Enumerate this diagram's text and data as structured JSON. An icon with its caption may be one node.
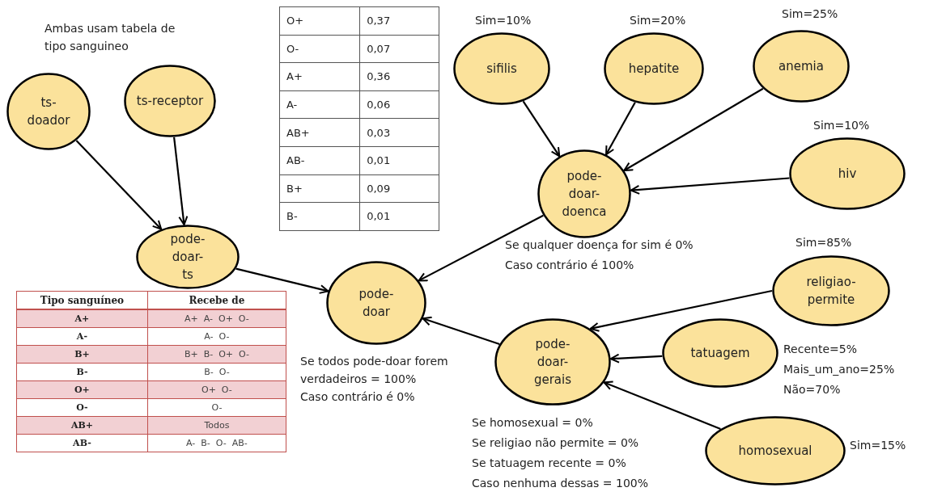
{
  "diagram": {
    "nodes": [
      {
        "text": [
          "ts-doador"
        ]
      },
      {
        "text": [
          "ts-receptor"
        ]
      },
      {
        "text": [
          "pode-doar-ts"
        ]
      },
      {
        "text": [
          "pode-doar"
        ],
        "beside": [
          "Se todos pode-doar forem verdadeiros = 100%",
          "Caso contrário é 0%"
        ]
      },
      {
        "text": [
          "sifilis"
        ],
        "beside": [
          "Sim=10%"
        ]
      },
      {
        "text": [
          "hepatite"
        ],
        "beside": [
          "Sim=20%"
        ]
      },
      {
        "text": [
          "anemia"
        ],
        "beside": [
          "Sim=25%"
        ]
      },
      {
        "text": [
          "pode-doar-doenca"
        ],
        "beside": [
          "Se qualquer doença for sim é 0%",
          "Caso contrário é 100%"
        ]
      },
      {
        "text": [
          "hiv"
        ],
        "beside": [
          "Sim=10%"
        ]
      },
      {
        "text": [
          "religiao-permite"
        ],
        "beside": [
          "Sim=85%"
        ]
      },
      {
        "text": [
          "pode-doar-gerais"
        ],
        "beside": [
          "Se homosexual = 0%",
          "Se religiao não permite = 0%",
          "Se tatuagem recente = 0%",
          "Caso nenhuma dessas = 100%"
        ]
      },
      {
        "text": [
          "tatuagem"
        ],
        "beside": [
          "Recente=5%",
          "Mais_um_ano=25%",
          "Não=70%"
        ]
      },
      {
        "text": [
          "homosexual"
        ],
        "beside": [
          "Sim=15%"
        ]
      }
    ],
    "edges": [
      {
        "from": 0,
        "to": 2,
        "arrow": "to"
      },
      {
        "from": 1,
        "to": 2,
        "arrow": "to"
      },
      {
        "from": 2,
        "to": 3,
        "arrow": "to"
      },
      {
        "from": 7,
        "to": 3,
        "arrow": "to"
      },
      {
        "from": 10,
        "to": 3,
        "arrow": "to"
      },
      {
        "from": 4,
        "to": 7,
        "arrow": "to"
      },
      {
        "from": 5,
        "to": 7,
        "arrow": "to"
      },
      {
        "from": 6,
        "to": 7,
        "arrow": "to"
      },
      {
        "from": 8,
        "to": 7,
        "arrow": "to"
      },
      {
        "from": 9,
        "to": 10,
        "arrow": "to"
      },
      {
        "from": 11,
        "to": 10,
        "arrow": "to"
      },
      {
        "from": 12,
        "to": 10,
        "arrow": "to"
      }
    ],
    "labels": [
      "Ambas usam tabela de tipo sanguineo",
      "O+",
      "0,37",
      "O-",
      "0,07",
      "A+",
      "0,36",
      "A-",
      "0,06",
      "AB+",
      "0,03",
      "AB-",
      "0,01",
      "B+",
      "0,09",
      "B-",
      "0,01",
      "Tipo sanguíneo",
      "Recebe de",
      "A+",
      "A+  A-  O+  O-",
      "A-",
      "A-  O-",
      "B+",
      "B+  B-  O+  O-",
      "B-",
      "B-  O-",
      "O+",
      "O+  O-",
      "O-",
      "O-",
      "AB+",
      "Todos",
      "AB-",
      "A-  B-  O-  AB-"
    ]
  }
}
